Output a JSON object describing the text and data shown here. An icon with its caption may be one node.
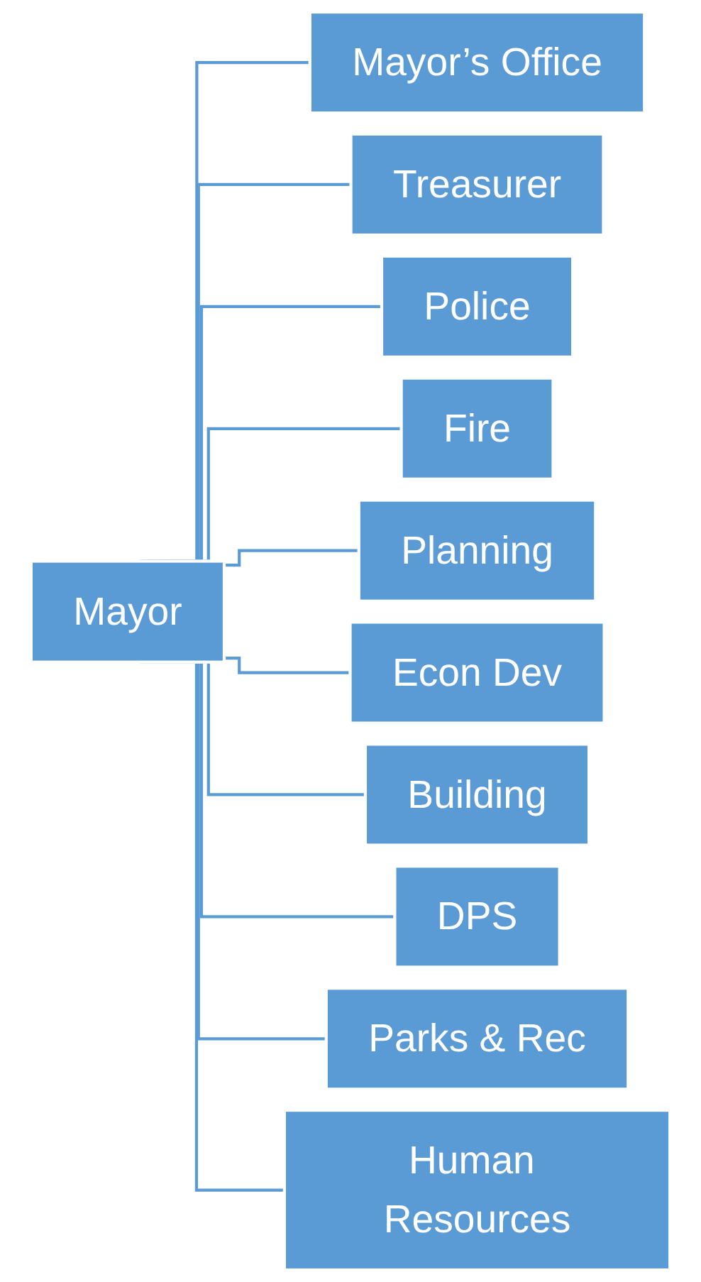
{
  "diagram": {
    "nodes": [
      {
        "text": [
          "Mayor"
        ]
      },
      {
        "text": [
          "Mayor’s Office"
        ]
      },
      {
        "text": [
          "Treasurer"
        ]
      },
      {
        "text": [
          "Police"
        ]
      },
      {
        "text": [
          "Fire"
        ]
      },
      {
        "text": [
          "Planning"
        ]
      },
      {
        "text": [
          "Econ Dev"
        ]
      },
      {
        "text": [
          "Building"
        ]
      },
      {
        "text": [
          "DPS"
        ]
      },
      {
        "text": [
          "Parks & Rec"
        ]
      },
      {
        "text": [
          "Human Resources"
        ]
      }
    ],
    "edges": [
      {
        "from": 0,
        "to": 1,
        "arrow": "none"
      },
      {
        "from": 0,
        "to": 2,
        "arrow": "none"
      },
      {
        "from": 0,
        "to": 3,
        "arrow": "none"
      },
      {
        "from": 0,
        "to": 4,
        "arrow": "none"
      },
      {
        "from": 0,
        "to": 5,
        "arrow": "none"
      },
      {
        "from": 0,
        "to": 6,
        "arrow": "none"
      },
      {
        "from": 0,
        "to": 7,
        "arrow": "none"
      },
      {
        "from": 0,
        "to": 8,
        "arrow": "none"
      },
      {
        "from": 0,
        "to": 9,
        "arrow": "none"
      },
      {
        "from": 0,
        "to": 10,
        "arrow": "none"
      }
    ]
  }
}
